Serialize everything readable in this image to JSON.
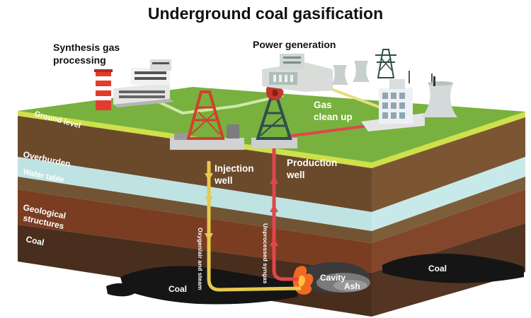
{
  "title": "Underground coal gasification",
  "labels": {
    "synthesis_line1": "Synthesis gas",
    "synthesis_line2": "processing",
    "power_generation": "Power generation",
    "gas_line1": "Gas",
    "gas_line2": "clean up",
    "ground_level": "Ground level",
    "overburden": "Overburden",
    "water_table": "Water table",
    "geological_line1": "Geological",
    "geological_line2": "structures",
    "coal_left": "Coal",
    "coal_bottom": "Coal",
    "coal_right": "Coal",
    "injection_line1": "Injection",
    "injection_line2": "well",
    "production_line1": "Production",
    "production_line2": "well",
    "oxygen_flow": "Oxygen/air and steam",
    "syngas_flow": "Unprocessed syngas",
    "cavity": "Cavity",
    "ash": "Ash"
  },
  "colors": {
    "grass": "#78b13d",
    "overburden": "#6b4a2c",
    "water_table": "#bfe3e3",
    "geological": "#7a3d22",
    "coal_layer": "#4a2e1d",
    "coal_seam": "#151515",
    "injection_pipe": "#e7c94e",
    "production_pipe": "#e0464c",
    "gas_pipe": "#e9dd7e",
    "flame": "#f26a21"
  }
}
